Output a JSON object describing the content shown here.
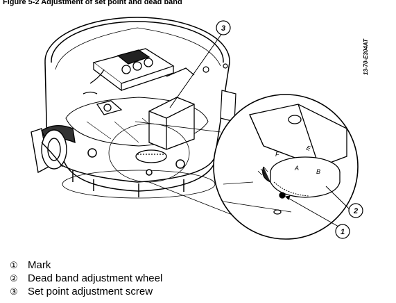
{
  "figure": {
    "caption": "Figure 5-2 Adjustment of set point and dead band",
    "drawing_code": "13-70-E304AT"
  },
  "callouts": [
    {
      "number": "1",
      "label": "Mark"
    },
    {
      "number": "2",
      "label": "Dead band adjustment wheel"
    },
    {
      "number": "3",
      "label": "Set point adjustment screw"
    }
  ],
  "legend": [
    {
      "symbol": "①",
      "text": "Mark"
    },
    {
      "symbol": "②",
      "text": "Dead band adjustment wheel"
    },
    {
      "symbol": "③",
      "text": "Set point adjustment screw"
    }
  ],
  "wheel_letters": [
    "E",
    "F",
    "A",
    "B"
  ],
  "colors": {
    "line": "#000000",
    "background": "#ffffff",
    "hatch": "#555555"
  }
}
